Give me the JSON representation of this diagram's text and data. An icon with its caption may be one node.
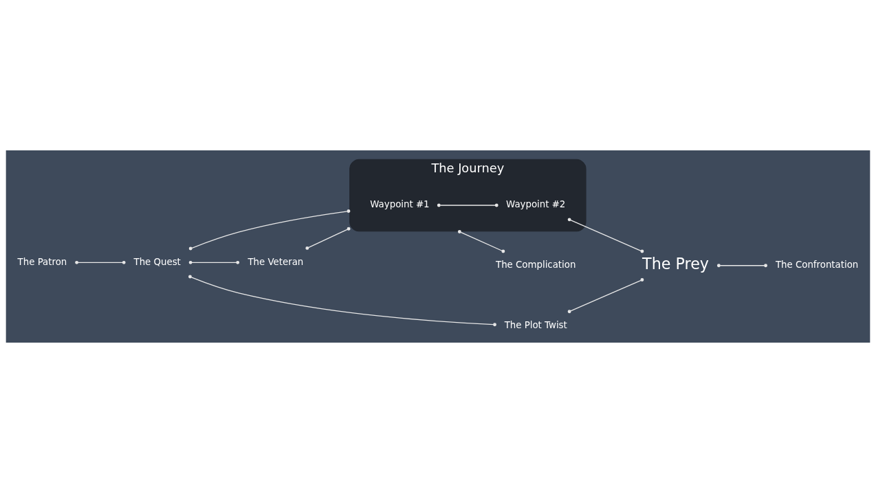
{
  "diagram": {
    "nodes": [
      {
        "text": [
          "The Patron"
        ]
      },
      {
        "text": [
          "The Quest"
        ]
      },
      {
        "text": [
          "The Plot Twist"
        ]
      },
      {
        "text": [
          "The Journey"
        ]
      },
      {
        "text": [
          "Waypoint #1"
        ],
        "in": 3
      },
      {
        "text": [
          "Waypoint #2"
        ],
        "in": 3
      },
      {
        "text": [
          "The Prey"
        ]
      },
      {
        "text": [
          "The Veteran"
        ]
      },
      {
        "text": [
          "The Confrontation"
        ]
      },
      {
        "text": [
          "The Complication"
        ]
      }
    ],
    "edges": [
      {
        "from": 0,
        "to": 1,
        "arrow": "other"
      },
      {
        "from": 1,
        "to": 2,
        "arrow": "other"
      },
      {
        "from": 1,
        "to": 3,
        "arrow": "other"
      },
      {
        "from": 1,
        "to": 7,
        "arrow": "other"
      },
      {
        "from": 7,
        "to": 3,
        "arrow": "other"
      },
      {
        "from": 2,
        "to": 6,
        "arrow": "other"
      },
      {
        "from": 4,
        "to": 5,
        "arrow": "other"
      },
      {
        "from": 5,
        "to": 6,
        "arrow": "other"
      },
      {
        "from": 3,
        "to": 9,
        "arrow": "other"
      },
      {
        "from": 6,
        "to": 8,
        "arrow": "other"
      }
    ]
  }
}
